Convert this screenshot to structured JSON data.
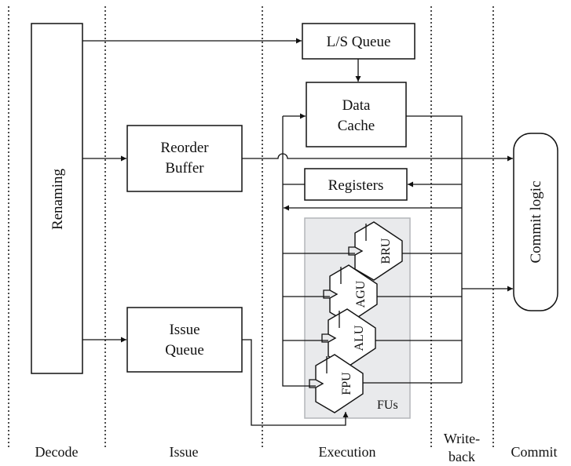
{
  "blocks": {
    "renaming": "Renaming",
    "ls_queue": "L/S Queue",
    "data_cache": [
      "Data",
      "Cache"
    ],
    "reorder_buffer": [
      "Reorder",
      "Buffer"
    ],
    "registers": "Registers",
    "issue_queue": [
      "Issue",
      "Queue"
    ],
    "commit_logic": "Commit logic",
    "fus_label": "FUs"
  },
  "functional_units": [
    "BRU",
    "AGU",
    "ALU",
    "FPU"
  ],
  "stages": {
    "decode": "Decode",
    "issue": "Issue",
    "execution": "Execution",
    "writeback": [
      "Write-",
      "back"
    ],
    "commit": "Commit"
  }
}
